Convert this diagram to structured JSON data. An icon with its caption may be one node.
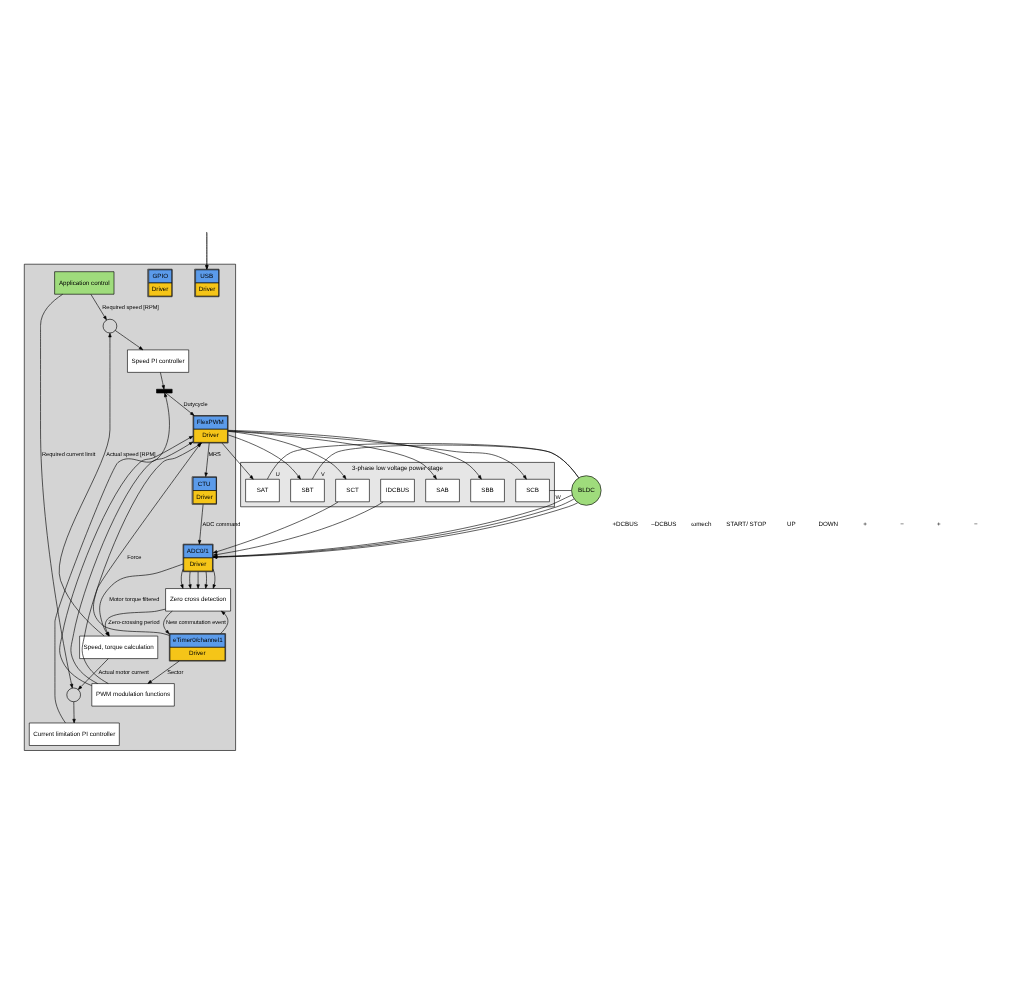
{
  "diagram": {
    "nodes": [
      {
        "text": [
          "3-phase low voltage power stage"
        ]
      },
      {
        "text": [
          "SAT"
        ],
        "in": 0
      },
      {
        "text": [
          "SBT"
        ],
        "in": 0
      },
      {
        "text": [
          "SCT"
        ],
        "in": 0
      },
      {
        "text": [
          "SAB"
        ],
        "in": 0
      },
      {
        "text": [
          "SBB"
        ],
        "in": 0
      },
      {
        "text": [
          "SCB"
        ],
        "in": 0
      },
      {
        "text": [
          "IDCBUS"
        ],
        "in": 0
      },
      {
        "text": [
          "BLDC"
        ]
      },
      {
        "text": [],
        "shape": "box"
      },
      {
        "text": [
          "USB",
          "Driver"
        ],
        "in": 9
      },
      {
        "text": [
          "GPIO",
          "Driver"
        ],
        "in": 9
      },
      {
        "text": [
          "Application control"
        ],
        "in": 9
      },
      {
        "text": [
          "FlexPWM",
          "Driver"
        ],
        "in": 9
      },
      {
        "text": [
          "CTU",
          "Driver"
        ],
        "in": 9
      },
      {
        "text": [
          "ADC0/1",
          "Driver"
        ],
        "in": 9
      },
      {
        "text": [
          "eTimer0/channel1",
          "Driver"
        ],
        "in": 9
      },
      {
        "text": [
          "Zero cross detection"
        ],
        "in": 9
      },
      {
        "text": [
          "PWM modulation functions"
        ],
        "in": 9
      },
      {
        "text": [],
        "shape": "circle",
        "in": 9
      },
      {
        "text": [
          "Speed PI controller"
        ],
        "in": 9
      },
      {
        "text": [],
        "shape": "circle",
        "in": 9
      },
      {
        "text": [
          "Current limitation PI controller"
        ],
        "in": 9
      },
      {
        "text": [],
        "shape": "bar",
        "in": 9
      },
      {
        "text": [
          "Speed, torque calculation"
        ],
        "in": 9
      }
    ],
    "edges": [
      {
        "from": null,
        "to": 10,
        "arrow": "to"
      },
      {
        "from": 1,
        "to": 8,
        "arrow": "none",
        "label": "U"
      },
      {
        "from": 2,
        "to": 8,
        "arrow": "none",
        "label": "V"
      },
      {
        "from": 6,
        "to": 8,
        "arrow": "none",
        "label": "W"
      },
      {
        "from": 13,
        "to": 1,
        "arrow": "to"
      },
      {
        "from": 13,
        "to": 2,
        "arrow": "to"
      },
      {
        "from": 13,
        "to": 3,
        "arrow": "to"
      },
      {
        "from": 13,
        "to": 4,
        "arrow": "to"
      },
      {
        "from": 13,
        "to": 5,
        "arrow": "to"
      },
      {
        "from": 13,
        "to": 6,
        "arrow": "to"
      },
      {
        "from": 8,
        "to": 15,
        "arrow": "to"
      },
      {
        "from": 8,
        "to": 15,
        "arrow": "to"
      },
      {
        "from": 8,
        "to": 15,
        "arrow": "to"
      },
      {
        "from": 3,
        "to": 15,
        "arrow": "to"
      },
      {
        "from": 7,
        "to": 15,
        "arrow": "to"
      },
      {
        "from": 13,
        "to": 14,
        "arrow": "to",
        "label": "MRS"
      },
      {
        "from": 14,
        "to": 15,
        "arrow": "to",
        "label": "ADC command"
      },
      {
        "from": 16,
        "to": 13,
        "arrow": "to",
        "label": "Force"
      },
      {
        "from": 15,
        "to": 17,
        "arrow": "to"
      },
      {
        "from": 15,
        "to": 17,
        "arrow": "to"
      },
      {
        "from": 15,
        "to": 17,
        "arrow": "to"
      },
      {
        "from": 15,
        "to": 17,
        "arrow": "to"
      },
      {
        "from": 15,
        "to": 17,
        "arrow": "to"
      },
      {
        "from": 17,
        "to": 16,
        "arrow": "to",
        "label": "New commutation event"
      },
      {
        "from": 16,
        "to": 18,
        "arrow": "to",
        "label": "Sector"
      },
      {
        "from": 16,
        "to": 17,
        "arrow": "to"
      },
      {
        "from": 12,
        "to": 19,
        "arrow": "to",
        "label": "Required speed [RPM]"
      },
      {
        "from": 12,
        "to": 21,
        "arrow": "to",
        "label": "Required current limit"
      },
      {
        "from": 19,
        "to": 20,
        "arrow": "to"
      },
      {
        "from": 20,
        "to": 23,
        "arrow": "to"
      },
      {
        "from": 21,
        "to": 22,
        "arrow": "to"
      },
      {
        "from": 22,
        "to": 23,
        "arrow": "to"
      },
      {
        "from": 23,
        "to": 13,
        "arrow": "to",
        "label": "Dutycycle"
      },
      {
        "from": 18,
        "to": 13,
        "arrow": "to"
      },
      {
        "from": 18,
        "to": 13,
        "arrow": "to"
      },
      {
        "from": 18,
        "to": 13,
        "arrow": "to"
      },
      {
        "from": 17,
        "to": 24,
        "arrow": "to",
        "label": "Zero-crossing period"
      },
      {
        "from": 15,
        "to": 24,
        "arrow": "to",
        "label": "Motor torque filtered"
      },
      {
        "from": 24,
        "to": 19,
        "arrow": "to",
        "label": "Actual speed [RPM]"
      },
      {
        "from": 24,
        "to": 21,
        "arrow": "to",
        "label": "Actual motor current"
      }
    ],
    "labels": [
      "+DCBUS",
      "–DCBUS",
      "ωmech",
      "START/ STOP",
      "UP",
      "DOWN",
      "+",
      "−",
      "+",
      "−"
    ]
  }
}
